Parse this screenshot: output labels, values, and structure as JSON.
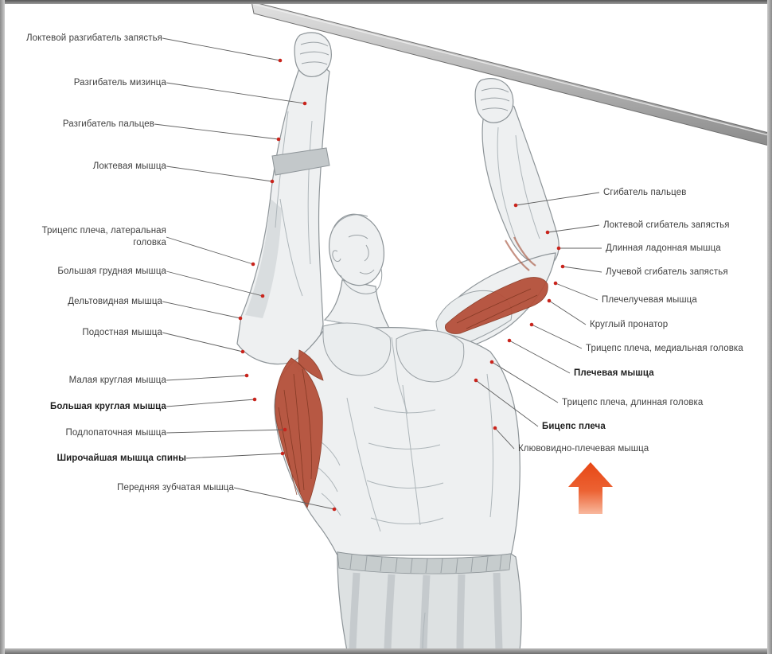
{
  "labels": {
    "left": [
      {
        "text": "Локтевой разгибатель запястья",
        "bold": false
      },
      {
        "text": "Разгибатель мизинца",
        "bold": false
      },
      {
        "text": "Разгибатель пальцев",
        "bold": false
      },
      {
        "text": "Локтевая мышца",
        "bold": false
      },
      {
        "text": "Трицепс плеча, латеральная головка",
        "bold": false
      },
      {
        "text": "Большая грудная мышца",
        "bold": false
      },
      {
        "text": "Дельтовидная мышца",
        "bold": false
      },
      {
        "text": "Подостная мышца",
        "bold": false
      },
      {
        "text": "Малая круглая мышца",
        "bold": false
      },
      {
        "text": "Большая круглая мышца",
        "bold": true
      },
      {
        "text": "Подлопаточная мышца",
        "bold": false
      },
      {
        "text": "Широчайшая мышца спины",
        "bold": true
      },
      {
        "text": "Передняя зубчатая мышца",
        "bold": false
      }
    ],
    "right": [
      {
        "text": "Сгибатель пальцев",
        "bold": false
      },
      {
        "text": "Локтевой сгибатель запястья",
        "bold": false
      },
      {
        "text": "Длинная ладонная мышца",
        "bold": false
      },
      {
        "text": "Лучевой сгибатель запястья",
        "bold": false
      },
      {
        "text": "Плечелучевая мышца",
        "bold": false
      },
      {
        "text": "Круглый пронатор",
        "bold": false
      },
      {
        "text": "Трицепс плеча, медиальная головка",
        "bold": false
      },
      {
        "text": "Плечевая мышца",
        "bold": true
      },
      {
        "text": "Трицепс плеча, длинная головка",
        "bold": false
      },
      {
        "text": "Бицепс плеча",
        "bold": true
      },
      {
        "text": "Клювовидно-плечевая мышца",
        "bold": false
      }
    ]
  },
  "arrow": {
    "direction": "up",
    "color": "#e8491b"
  },
  "colors": {
    "label_text": "#3f3f3f",
    "leader_line": "#5f5f5f",
    "marker_dot": "#c9241c",
    "highlighted_muscle": "#b5503a",
    "background": "#ffffff",
    "frame": "#8a8a8a"
  }
}
